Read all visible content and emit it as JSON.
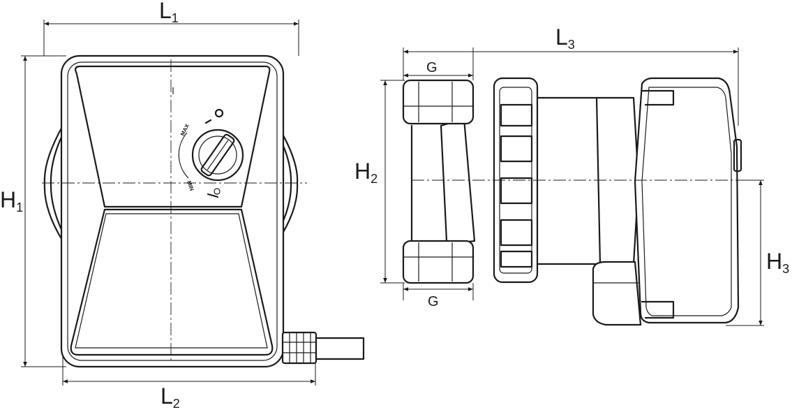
{
  "front_view": {
    "L1": {
      "main": "L",
      "sub": "1"
    },
    "L2": {
      "main": "L",
      "sub": "2"
    },
    "H1": {
      "main": "H",
      "sub": "1"
    },
    "dial": {
      "max": "MAX",
      "min": "MIN"
    }
  },
  "side_view": {
    "L3": {
      "main": "L",
      "sub": "3"
    },
    "H2": {
      "main": "H",
      "sub": "2"
    },
    "H3": {
      "main": "H",
      "sub": "3"
    },
    "G_top": "G",
    "G_bottom": "G"
  }
}
